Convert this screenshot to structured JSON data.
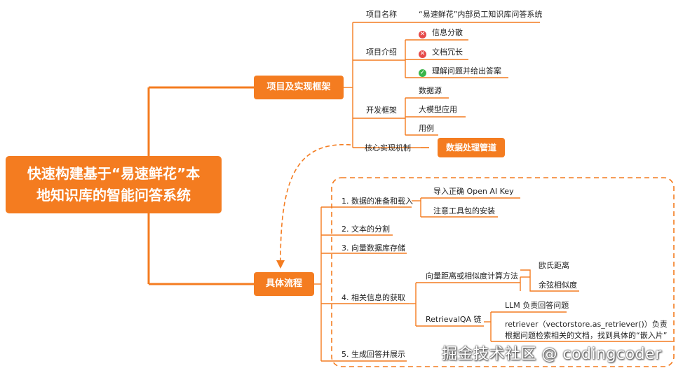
{
  "root": {
    "line1": "快速构建基于“易速鲜花”本",
    "line2": "地知识库的智能问答系统"
  },
  "branch1": {
    "label": "项目及实现框架",
    "items": [
      {
        "label": "项目名称",
        "children": [
          "“易速鲜花”内部员工知识库问答系统"
        ]
      },
      {
        "label": "项目介绍",
        "children": [
          {
            "icon": "cross-icon",
            "text": "信息分散"
          },
          {
            "icon": "cross-icon",
            "text": "文档冗长"
          },
          {
            "icon": "check-icon",
            "text": "理解问题并给出答案"
          }
        ]
      },
      {
        "label": "开发框架",
        "children": [
          "数据源",
          "大模型应用",
          "用例"
        ]
      },
      {
        "label": "核心实现机制",
        "children": [
          "数据处理管道"
        ]
      }
    ]
  },
  "branch2": {
    "label": "具体流程",
    "steps": [
      {
        "label": "1. 数据的准备和载入",
        "children": [
          "导入正确 Open AI Key",
          "注意工具包的安装"
        ]
      },
      {
        "label": "2. 文本的分割"
      },
      {
        "label": "3. 向量数据库存储"
      },
      {
        "label": "4. 相关信息的获取",
        "children": [
          {
            "label": "向量距离或相似度计算方法",
            "children": [
              "欧氏距离",
              "余弦相似度"
            ]
          },
          {
            "label": "RetrievalQA 链",
            "children": [
              "LLM 负责回答问题",
              "retriever（vectorstore.as_retriever()）负责",
              "根据问题检索相关的文档，找到具体的“嵌入片”"
            ]
          }
        ]
      },
      {
        "label": "5. 生成回答并展示"
      }
    ]
  },
  "watermark": "掘金技术社区 @ codingcoder",
  "colors": {
    "accent": "#f47c20",
    "cross": "#e64a4a",
    "check": "#39b54a"
  }
}
